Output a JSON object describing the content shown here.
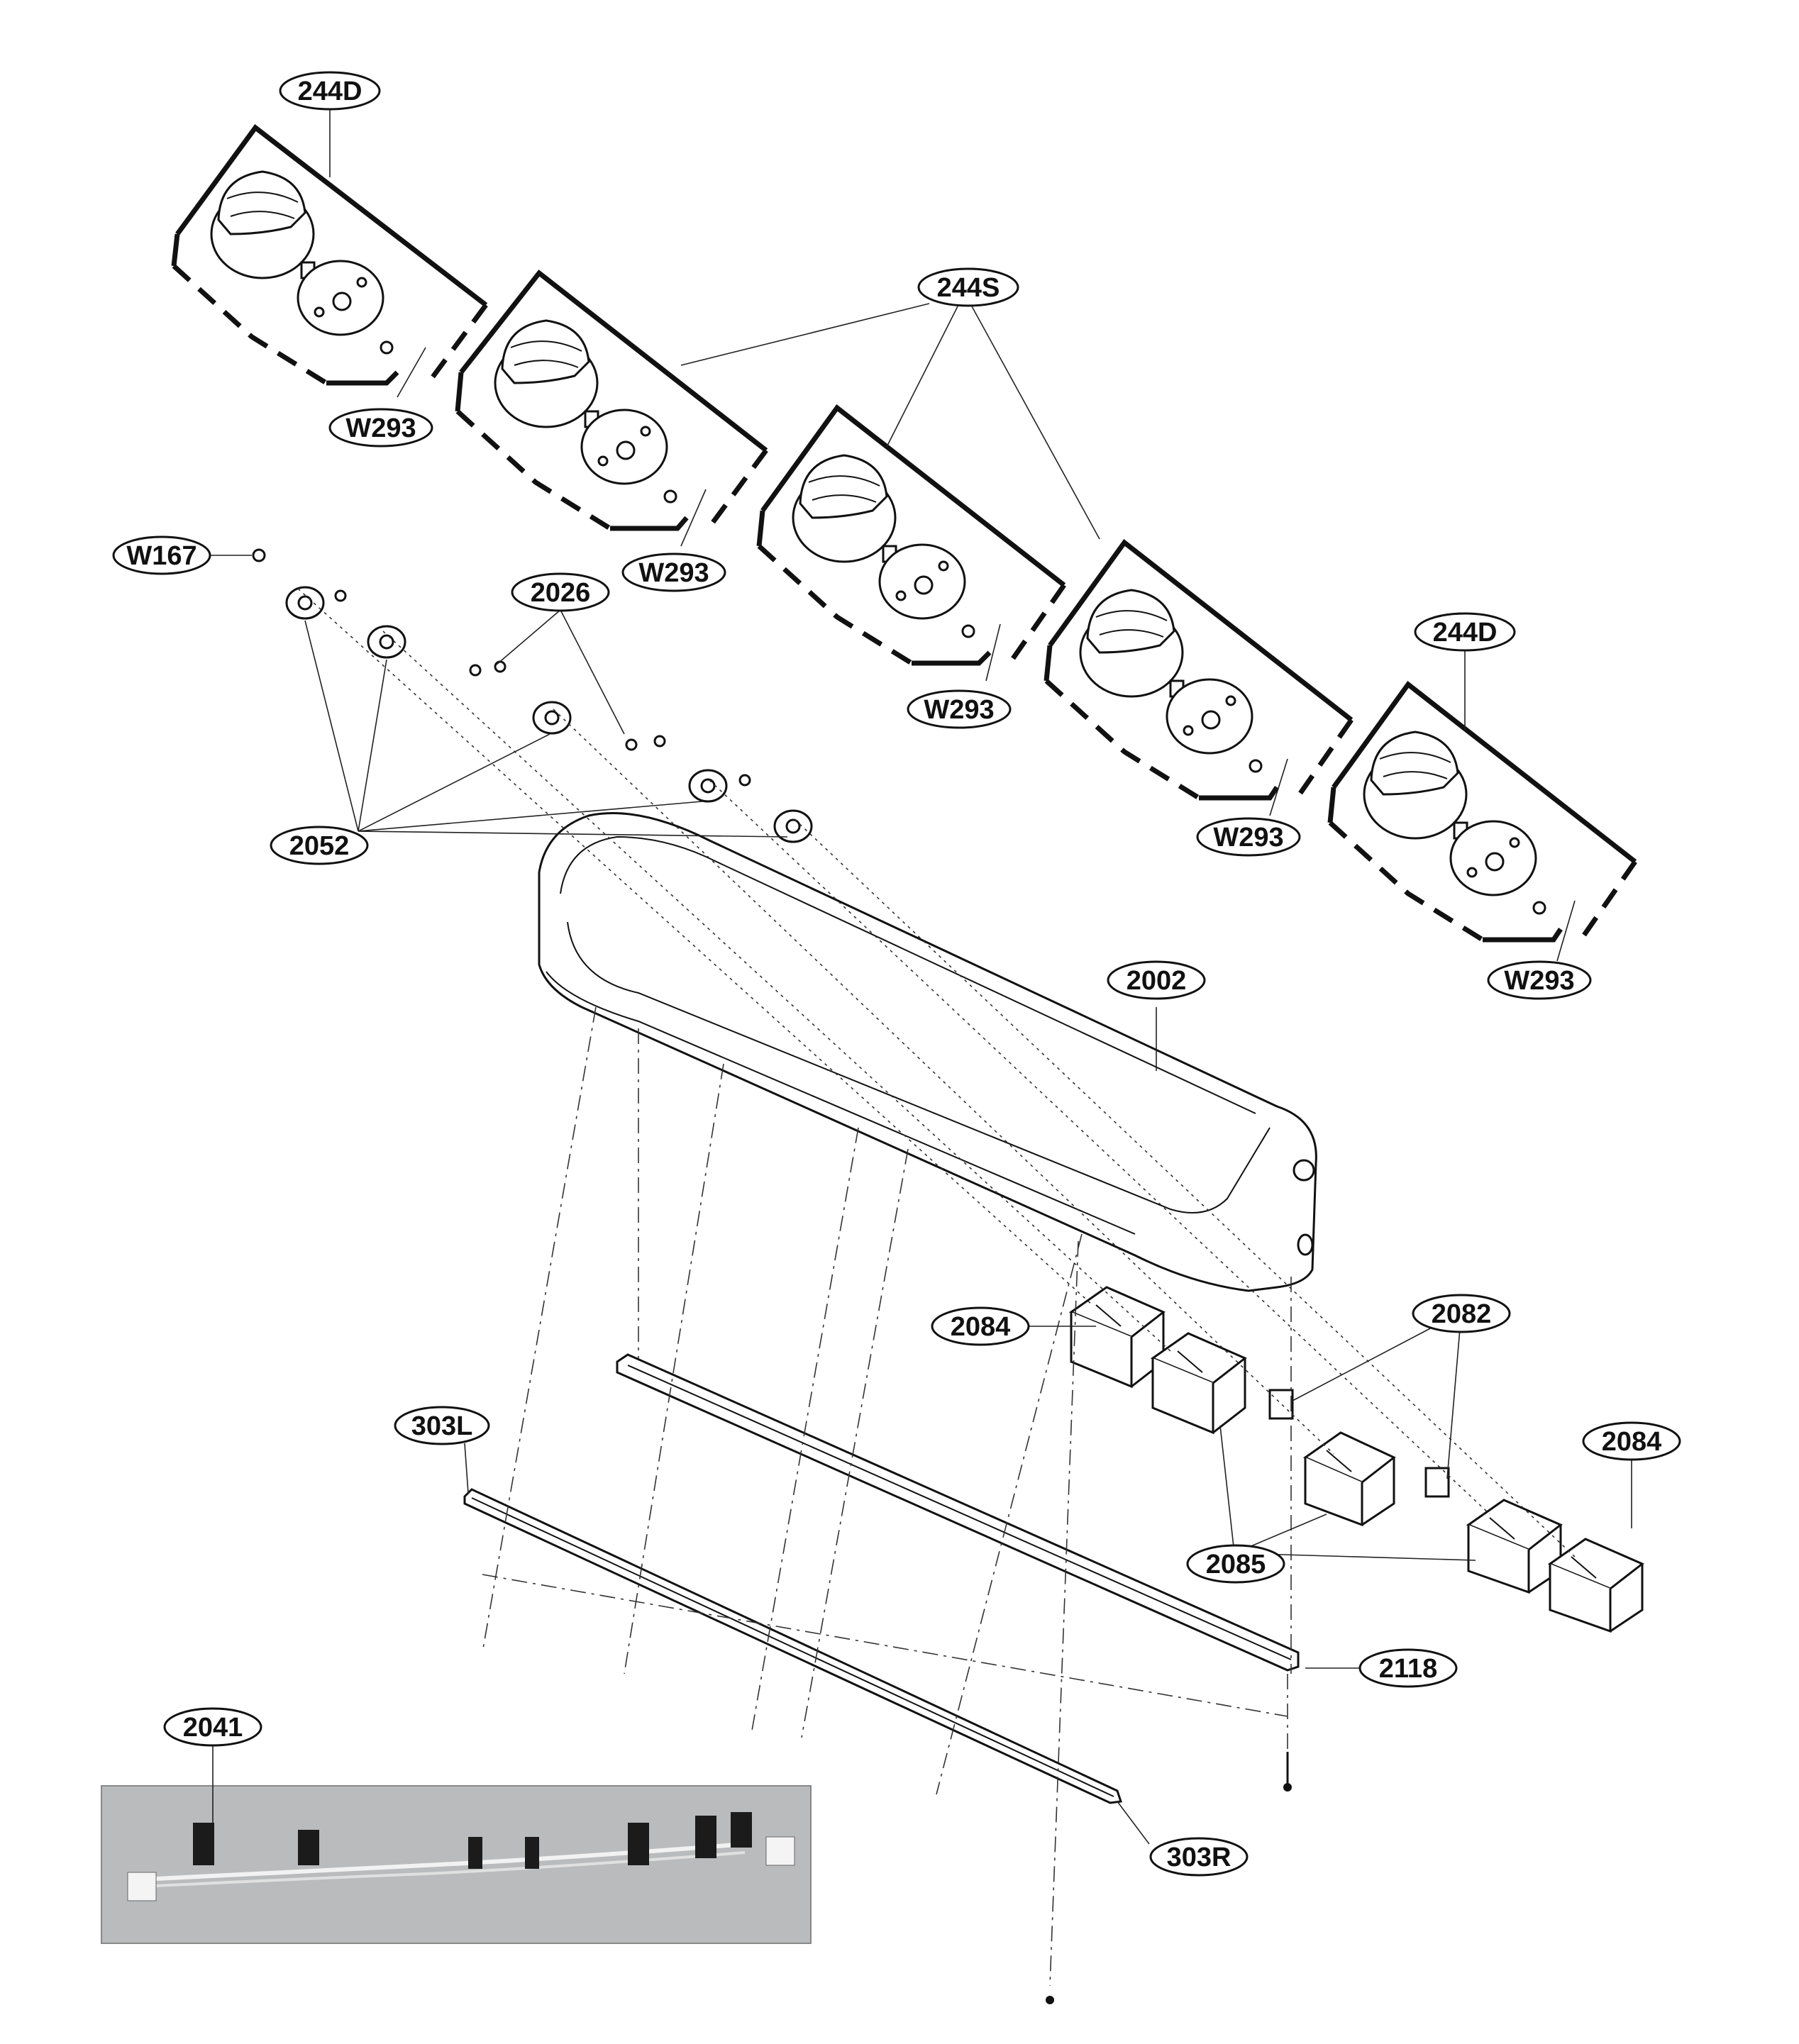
{
  "labels": {
    "l244D_top": "244D",
    "l244S": "244S",
    "l244D_right": "244D",
    "lW293_1": "W293",
    "lW293_2": "W293",
    "lW293_3": "W293",
    "lW293_4": "W293",
    "lW293_5": "W293",
    "lW167": "W167",
    "l2026": "2026",
    "l2052": "2052",
    "l2002": "2002",
    "l2084_left": "2084",
    "l2082": "2082",
    "l2084_right": "2084",
    "l2085": "2085",
    "l303L": "303L",
    "l2118": "2118",
    "l2041": "2041",
    "l303R": "303R"
  },
  "colors": {
    "line": "#111111",
    "photo_bg": "#b9bbbc"
  }
}
